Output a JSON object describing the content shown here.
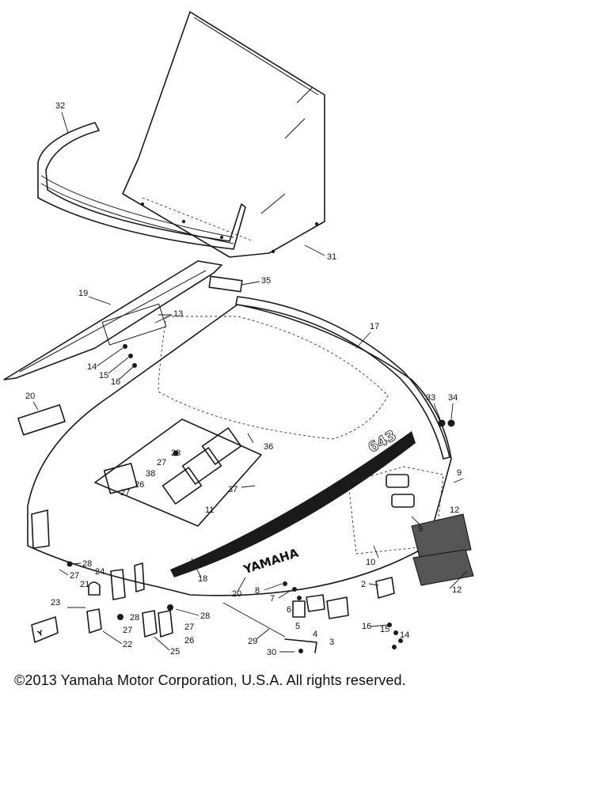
{
  "diagram": {
    "callouts": [
      "32",
      "31",
      "35",
      "19",
      "13",
      "17",
      "14",
      "15",
      "16",
      "20",
      "33",
      "34",
      "28",
      "27",
      "36",
      "38",
      "26",
      "27",
      "37",
      "11",
      "9",
      "9",
      "12",
      "12",
      "10",
      "28",
      "27",
      "24",
      "21",
      "23",
      "8",
      "7",
      "6",
      "5",
      "4",
      "3",
      "2",
      "16",
      "15",
      "14",
      "18",
      "20",
      "22",
      "25",
      "26",
      "27",
      "28",
      "29",
      "30",
      "28",
      "27"
    ],
    "hood_text": "YAMAHA",
    "model_text": "643"
  },
  "footer": {
    "copyright": "©2013 Yamaha Motor Corporation, U.S.A. All rights reserved."
  }
}
